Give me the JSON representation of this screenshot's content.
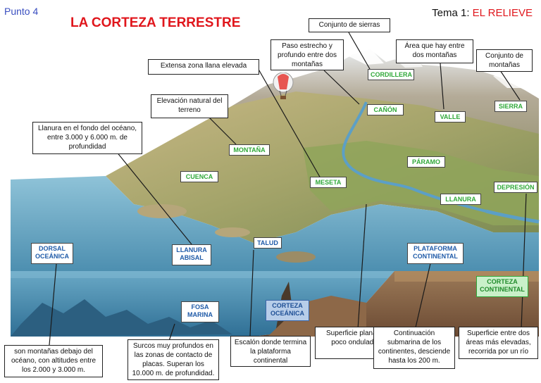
{
  "header": {
    "punto": "Punto 4",
    "title": "LA CORTEZA TERRESTRE",
    "tema_prefix": "Tema 1: ",
    "tema_name": "EL RELIEVE"
  },
  "definitions": {
    "sierras": "Conjunto de sierras",
    "canon": "Paso estrecho y profundo entre dos montañas",
    "valle": "Área que hay entre dos montañas",
    "sierra": "Conjunto de montañas",
    "meseta": "Extensa zona llana elevada",
    "montana": "Elevación natural del terreno",
    "llanura_abisal": "Llanura en el fondo del océano, entre 3.000 y 6.000 m. de profundidad",
    "dorsal": "son montañas debajo del océano, con altitudes entre los 2.000 y 3.000 m.",
    "fosa": "Surcos muy profundos en las zonas de contacto de placas. Superan los 10.000 m. de profundidad.",
    "talud": "Escalón donde termina la plataforma continental",
    "llanura": "Superficie plana o poco ondulada",
    "plataforma": "Continuación submarina de los continentes, desciende hasta los 200 m.",
    "depresion": "Superficie entre dos áreas más elevadas, recorrida por un río"
  },
  "labels": {
    "cordillera": "CORDILLERA",
    "canon": "CAÑÓN",
    "valle": "VALLE",
    "sierra": "SIERRA",
    "montana": "MONTAÑA",
    "cuenca": "CUENCA",
    "meseta": "MESETA",
    "paramo": "PÁRAMO",
    "depresion": "DEPRESIÓN",
    "llanura": "LLANURA",
    "dorsal": "DORSAL OCEÁNICA",
    "llanura_abisal": "LLANURA ABISAL",
    "talud": "TALUD",
    "plataforma": "PLATAFORMA CONTINENTAL",
    "corteza_continental": "CORTEZA CONTINENTAL",
    "corteza_oceanica": "CORTEZA OCEÁNICA",
    "fosa": "FOSA MARINA"
  },
  "colors": {
    "title": "#e0161c",
    "punto": "#3a4fc0",
    "green_label": "#2fa838",
    "blue_label": "#1e5aa8"
  }
}
